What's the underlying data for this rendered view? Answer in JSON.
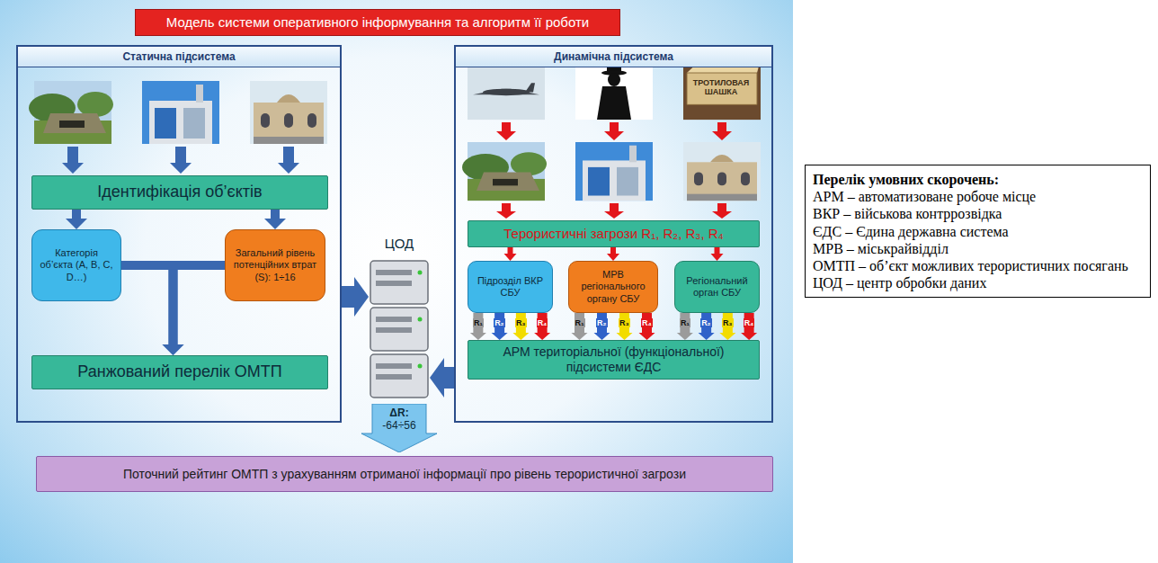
{
  "diagram": {
    "title": "Модель системи оперативного інформування та алгоритм її роботи",
    "nodes": [
      {
        "text": [
          "Статична підсистема"
        ]
      },
      {
        "text": [
          "Ідентифікація об’єктів"
        ],
        "in": 0
      },
      {
        "text": [
          "Категорія об’єкта (A, B, C, D…)"
        ],
        "in": 0
      },
      {
        "text": [
          "Загальний рівень потенційних втрат (S): 1÷16"
        ],
        "in": 0
      },
      {
        "text": [
          "Ранжований перелік ОМТП"
        ],
        "in": 0
      },
      {
        "text": [
          "Динамічна підсистема"
        ]
      },
      {
        "text": [
          "Терористичні загрози R₁, R₂, R₃, R₄"
        ],
        "in": 5
      },
      {
        "text": [
          "Підрозділ ВКР СБУ"
        ],
        "in": 5
      },
      {
        "text": [
          "МРВ регіонального органу СБУ"
        ],
        "in": 5
      },
      {
        "text": [
          "Регіональний орган СБУ"
        ],
        "in": 5
      },
      {
        "text": [
          "АРМ територіальної (функціональної) підсистеми ЄДС"
        ],
        "in": 5
      },
      {
        "text": [
          "ЦОД"
        ]
      },
      {
        "text": [
          "ΔR:",
          "-64÷56"
        ]
      },
      {
        "text": [
          "Поточний рейтинг ОМТП з урахуванням отриманої інформації про рівень терористичної загрози"
        ]
      },
      {
        "text": [
          "Перелік умовних скорочень:",
          "АРМ – автоматизоване робоче місце",
          "ВКР – військова контррозвідка",
          "ЄДС – Єдина державна система",
          "МРВ – міськрайвідділ",
          "ОМТП – об’єкт можливих терористичних посягань",
          "ЦОД – центр обробки даних"
        ]
      }
    ],
    "edges": [
      {
        "from": 1,
        "to": 2,
        "arrow": "to"
      },
      {
        "from": 1,
        "to": 3,
        "arrow": "to"
      },
      {
        "from": 2,
        "to": 4,
        "arrow": "to"
      },
      {
        "from": 3,
        "to": 4,
        "arrow": "to"
      },
      {
        "from": 0,
        "to": 11,
        "arrow": "to"
      },
      {
        "from": 6,
        "to": 7,
        "arrow": "to"
      },
      {
        "from": 6,
        "to": 8,
        "arrow": "to"
      },
      {
        "from": 6,
        "to": 9,
        "arrow": "to"
      },
      {
        "from": 7,
        "to": 10,
        "label": "R₁",
        "arrow": "to"
      },
      {
        "from": 7,
        "to": 10,
        "label": "R₂",
        "arrow": "to"
      },
      {
        "from": 7,
        "to": 10,
        "label": "R₃",
        "arrow": "to"
      },
      {
        "from": 7,
        "to": 10,
        "label": "R₄",
        "arrow": "to"
      },
      {
        "from": 8,
        "to": 10,
        "label": "R₁",
        "arrow": "to"
      },
      {
        "from": 8,
        "to": 10,
        "label": "R₂",
        "arrow": "to"
      },
      {
        "from": 8,
        "to": 10,
        "label": "R₃",
        "arrow": "to"
      },
      {
        "from": 8,
        "to": 10,
        "label": "R₄",
        "arrow": "to"
      },
      {
        "from": 9,
        "to": 10,
        "label": "R₁",
        "arrow": "to"
      },
      {
        "from": 9,
        "to": 10,
        "label": "R₂",
        "arrow": "to"
      },
      {
        "from": 9,
        "to": 10,
        "label": "R₃",
        "arrow": "to"
      },
      {
        "from": 9,
        "to": 10,
        "label": "R₄",
        "arrow": "to"
      },
      {
        "from": 5,
        "to": 11,
        "arrow": "to"
      }
    ],
    "labels": [
      "ТРОТИЛОВАЯ ШАШКА"
    ]
  }
}
